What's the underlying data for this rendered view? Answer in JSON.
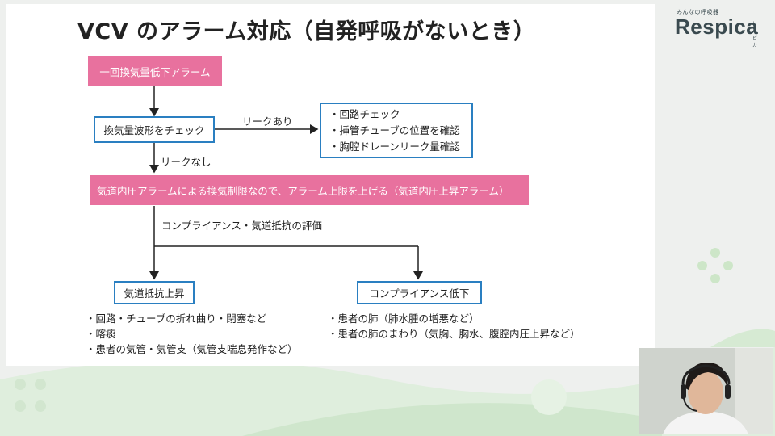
{
  "title": "VCV のアラーム対応（自発呼吸がないとき）",
  "logo": {
    "tagline": "みんなの呼吸器",
    "name": "Respica",
    "sub": "レスピカ"
  },
  "flow": {
    "start": "一回換気量低下アラーム",
    "check": "換気量波形をチェック",
    "leak_yes": "リークあり",
    "leak_items": [
      "・回路チェック",
      "・挿管チューブの位置を確認",
      "・胸腔ドレーンリーク量確認"
    ],
    "leak_no": "リークなし",
    "pressure": "気道内圧アラームによる換気制限なので、アラーム上限を上げる（気道内圧上昇アラーム）",
    "evaluate": "コンプライアンス・気道抵抗の評価",
    "resistance_box": "気道抵抗上昇",
    "resistance_items": [
      "・回路・チューブの折れ曲り・閉塞など",
      "・喀痰",
      "・患者の気管・気管支（気管支喘息発作など）"
    ],
    "compliance_box": "コンプライアンス低下",
    "compliance_items": [
      "・患者の肺（肺水腫の増悪など）",
      "・患者の肺のまわり（気胸、胸水、腹腔内圧上昇など）"
    ]
  },
  "colors": {
    "accent_pink": "#e8719e",
    "box_border": "#2a7fc1",
    "brand_green": "#a8d8a0"
  },
  "icons": [
    "dots-logo-icon"
  ]
}
